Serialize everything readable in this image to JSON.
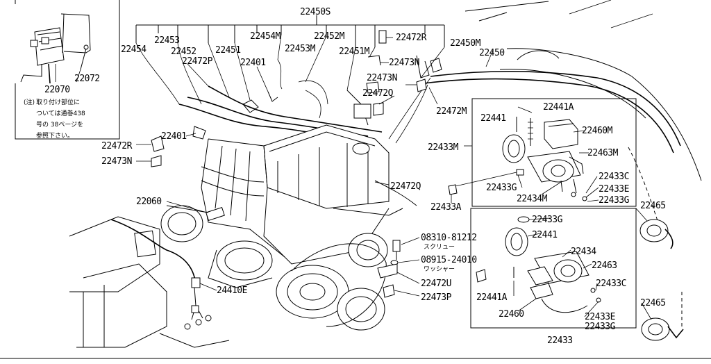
{
  "note": {
    "marker": "(注)",
    "lines": [
      "取り付け部位に",
      "ついては通巻438",
      "号の 38ページを",
      "参照下さい。"
    ]
  },
  "callouts": {
    "c22450S": "22450S",
    "c22454": "22454",
    "c22453": "22453",
    "c22452": "22452",
    "c22451": "22451",
    "c22472P": "22472P",
    "c22401a": "22401",
    "c22454M": "22454M",
    "c22453M": "22453M",
    "c22452M": "22452M",
    "c22451M": "22451M",
    "c22472R_top": "22472R",
    "c22473N_top": "22473N",
    "c22450M": "22450M",
    "c22450": "22450",
    "c22473N_mid": "22473N",
    "c22472Q": "22472Q",
    "c22472M": "22472M",
    "c22072": "22072",
    "c22070": "22070",
    "c22401b": "22401",
    "c22472R_left": "22472R",
    "c22473N_left": "22473N",
    "c22060": "22060",
    "c22472Q_b": "22472Q",
    "c22433A": "22433A",
    "c22433M": "22433M",
    "c22441_top": "22441",
    "c22441A_top": "22441A",
    "c22460M": "22460M",
    "c22463M": "22463M",
    "c22433G_top": "22433G",
    "c22434M": "22434M",
    "c22433C_top": "22433C",
    "c22433E_top": "22433E",
    "c22433G_top2": "22433G",
    "c22465_top": "22465",
    "c22433G_box2": "22433G",
    "c22441_box2": "22441",
    "c22434": "22434",
    "c22463": "22463",
    "c22433C_bot": "22433C",
    "c22441A_bot": "22441A",
    "c22460": "22460",
    "c22433E_bot": "22433E",
    "c22433G_bot": "22433G",
    "c22465_bot": "22465",
    "c22433": "22433",
    "c08310": "08310-81212",
    "c08310_sub": "スクリュー",
    "c08915": "08915-24010",
    "c08915_sub": "ワッシャー",
    "c22472U": "22472U",
    "c22473P": "22473P",
    "c24410E": "24410E"
  }
}
